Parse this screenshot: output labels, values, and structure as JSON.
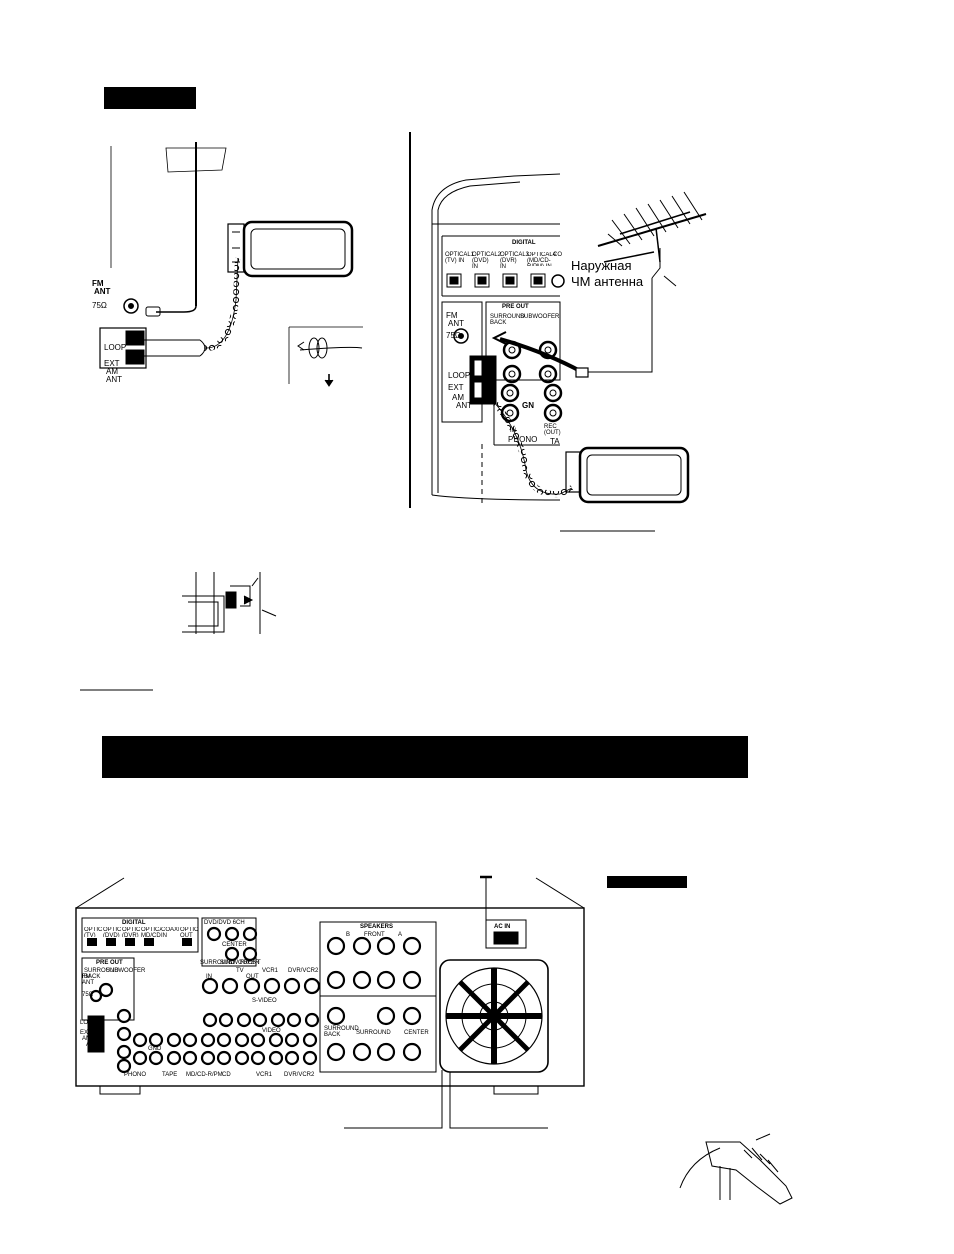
{
  "antenna_section": {
    "left_fm_label": "FM",
    "left_ant_label": "ANT",
    "left_ohm_label": "75Ω",
    "left_loop_label": "LOOP",
    "left_ext_label": "EXT",
    "left_am_label": "AM",
    "left_am_ant_label": "ANT",
    "digital_label": "DIGITAL",
    "optical_inputs": [
      "OPTICAL1 (TV) IN",
      "OPTICAL2 (DVD) IN",
      "OPTICAL3 (DVR) IN",
      "OPTICAL4 (MD/CD-R/PM) IN",
      "CO"
    ],
    "pre_out_label": "PRE OUT",
    "surround_back_label": "SURROUND BACK",
    "subwoofer_label": "SUBWOOFER",
    "fm_label": "FM",
    "ant_label": "ANT",
    "ohm_label": "75Ω",
    "loop_label": "LOOP",
    "ext_label": "EXT",
    "am_label": "AM",
    "am_ant_label": "ANT",
    "gnd_label": "GN",
    "in_label": "IN",
    "phono_label": "PHONO",
    "rec_out_label": "REC (OUT)",
    "ta_label": "TA",
    "outdoor_antenna_line1": "Наружная",
    "outdoor_antenna_line2": "ЧМ антенна"
  },
  "rear_panel": {
    "digital_label": "DIGITAL",
    "optical_inputs": [
      "OPTICAL1 (TV) IN",
      "OPTICAL2 (DVD) IN",
      "OPTICAL3 (DVR) IN",
      "OPTICAL4 MD/CD-R/PM",
      "COAXIAL IN",
      "OPTICAL OUT"
    ],
    "pre_out_label": "PRE OUT",
    "surround_back_label": "SURROUND BACK",
    "subwoofer_label": "SUBWOOFER",
    "fm_label": "FM",
    "ant_label": "ANT",
    "ohm_label": "75Ω",
    "loop_label": "LOOP",
    "ext_label": "EXT",
    "am_label": "AM",
    "am_ant_label": "ANT",
    "dvd_label": "DVD/DVD 6CH",
    "center_label": "CENTER",
    "surround_label": "SURROUND",
    "subwoofer2_label": "SUBWOOFER",
    "front_label": "FRONT",
    "tv_label": "TV",
    "vcr1_label": "VCR1",
    "dvr_vcr2_label": "DVR/VCR2",
    "svideo_label": "S-VIDEO",
    "video_label": "VIDEO",
    "in_label": "IN",
    "out_label": "OUT",
    "gnd_label": "GND",
    "phono_label": "PHONO",
    "tape_label": "TAPE",
    "md_cdr_label": "MD/CD-R/PM",
    "cd_label": "CD",
    "vcr1_bottom_label": "VCR1",
    "dvr_vcr2_bottom_label": "DVR/VCR2",
    "speakers_label": "SPEAKERS",
    "speakers_front_label": "FRONT",
    "speakers_a_label": "A",
    "speakers_b_label": "B",
    "surround_back_sp_label": "SURROUND BACK",
    "surround_sp_label": "SURROUND",
    "center_sp_label": "CENTER",
    "ac_in_label": "AC IN"
  },
  "colors": {
    "ink": "#000000",
    "paper": "#ffffff",
    "panel": "#f4f4f4"
  }
}
